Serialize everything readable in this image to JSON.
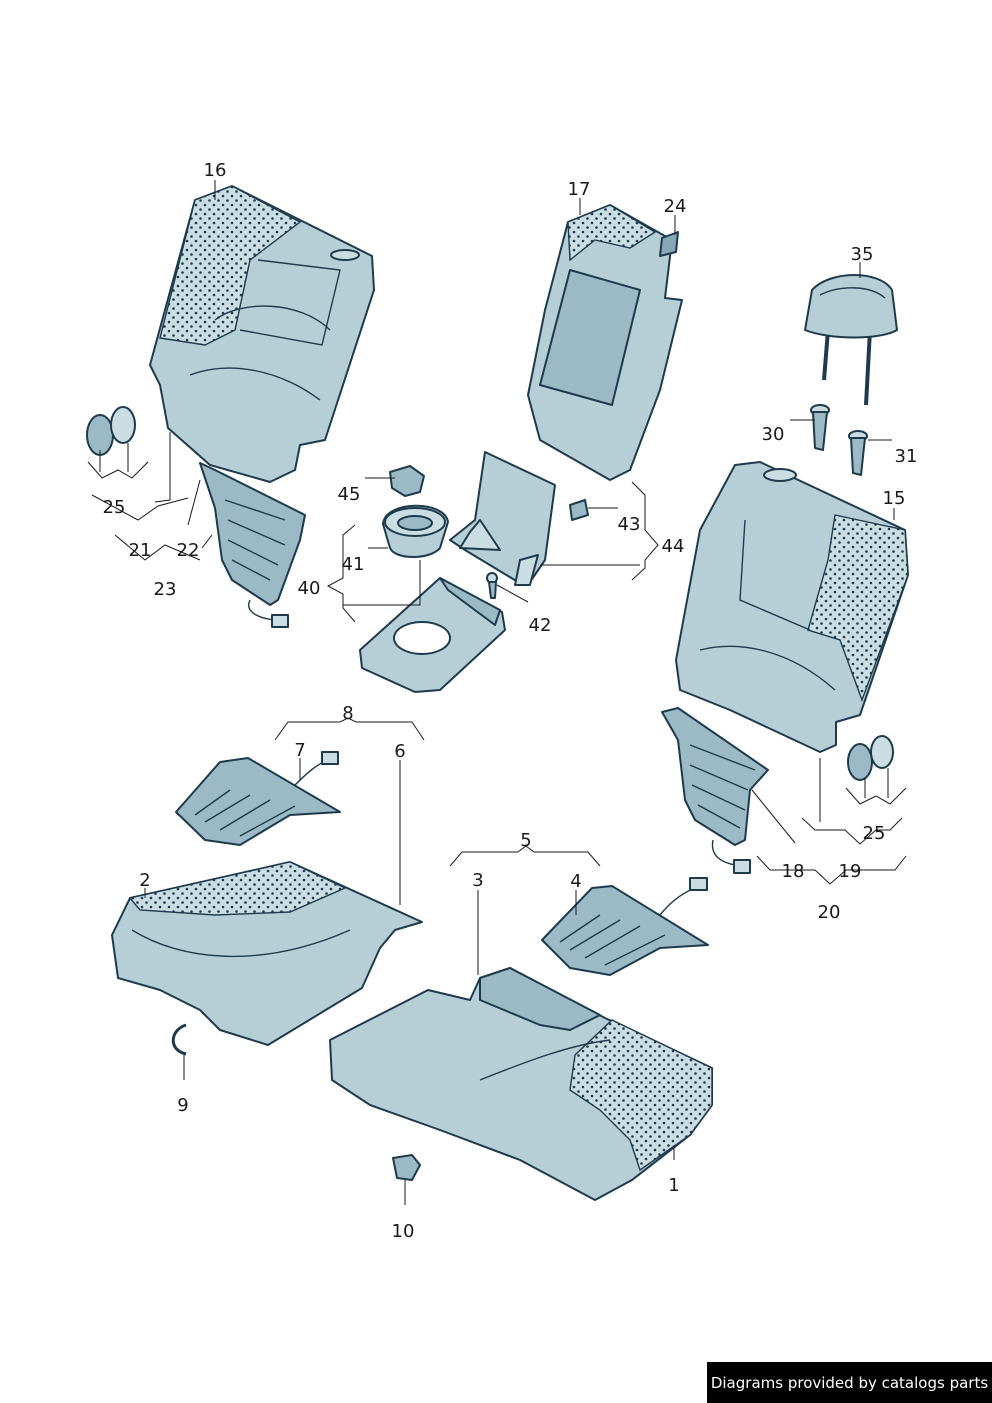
{
  "callouts": {
    "c1": "1",
    "c2": "2",
    "c3": "3",
    "c4": "4",
    "c5": "5",
    "c6": "6",
    "c7": "7",
    "c8": "8",
    "c9": "9",
    "c10": "10",
    "c15": "15",
    "c16": "16",
    "c17": "17",
    "c18": "18",
    "c19": "19",
    "c20": "20",
    "c21": "21",
    "c22": "22",
    "c23": "23",
    "c24": "24",
    "c25a": "25",
    "c25b": "25",
    "c30": "30",
    "c31": "31",
    "c35": "35",
    "c40": "40",
    "c41": "41",
    "c42": "42",
    "c43": "43",
    "c44": "44",
    "c45": "45"
  },
  "footer": {
    "text": "Diagrams provided by catalogs parts"
  },
  "colors": {
    "part_fill_light": "#c9dde3",
    "part_fill": "#b6cfd7",
    "part_fill_shade": "#9bbac5",
    "outline": "#1d3b4c",
    "footer_bg": "#000000",
    "footer_text": "#ffffff"
  }
}
